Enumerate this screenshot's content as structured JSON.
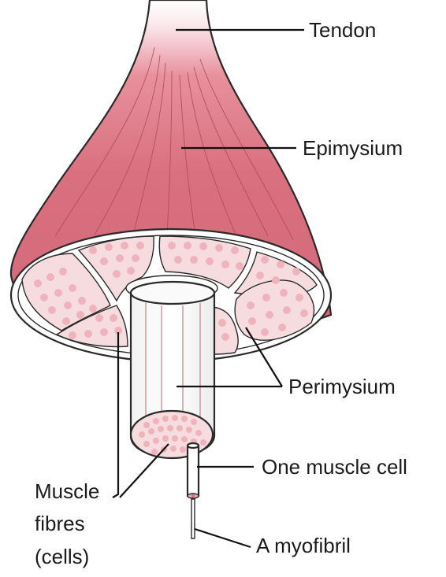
{
  "labels": {
    "tendon": "Tendon",
    "epimysium": "Epimysium",
    "perimysium": "Perimysium",
    "one_muscle_cell": "One muscle cell",
    "muscle_fibres_line1": "Muscle",
    "muscle_fibres_line2": "fibres",
    "muscle_fibres_line3": "(cells)",
    "myofibril": "A myofibril"
  },
  "colors": {
    "muscle_red": "#d9707f",
    "muscle_dark": "#c05466",
    "tendon_white": "#ffffff",
    "fascicle_pink": "#f7dcdf",
    "dot_pink": "#eeb3bb",
    "outline": "#2a2a2a"
  }
}
